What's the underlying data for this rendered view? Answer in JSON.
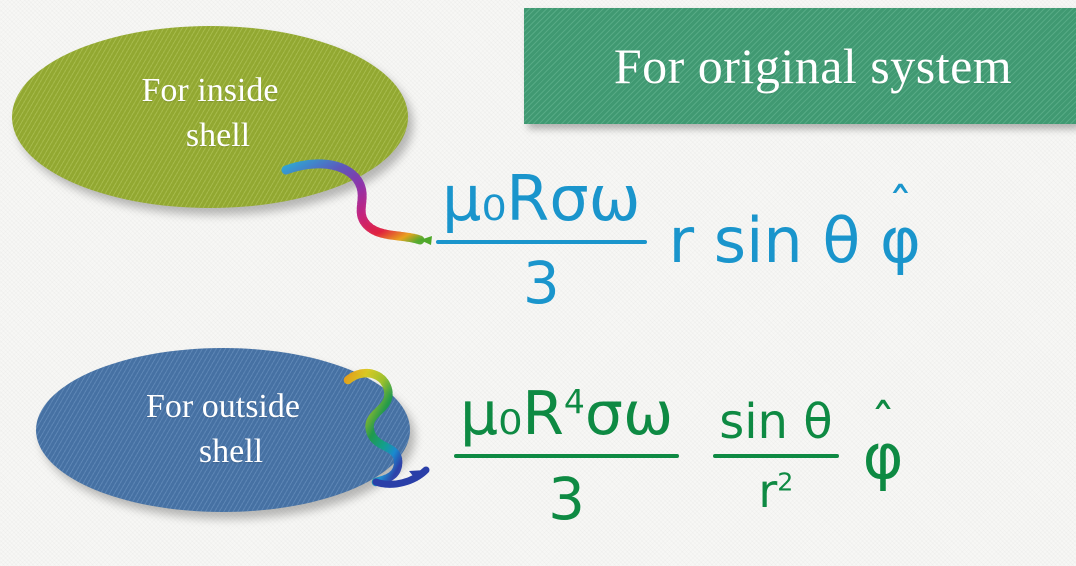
{
  "slide": {
    "background_color": "#f7f7f5"
  },
  "banner": {
    "title": "For original system",
    "color": "#43a077",
    "text_color": "#ffffff"
  },
  "callouts": [
    {
      "name": "inside-shell",
      "line1": "For inside",
      "line2": "shell",
      "color": "#9ab134",
      "text_color": "#ffffff"
    },
    {
      "name": "outside-shell",
      "line1": "For outside",
      "line2": "shell",
      "color": "#4a77ac",
      "text_color": "#ffffff"
    }
  ],
  "formulas": [
    {
      "name": "inside-shell-formula",
      "ink_color": "#1a95cc",
      "numerator": "μ₀Rσω",
      "denominator": "3",
      "tail": "r sin θ",
      "unit_vector": "φ",
      "unit_vector_hat": "ˆ",
      "plain": "μ₀Rσω/3 · r sinθ φ̂"
    },
    {
      "name": "outside-shell-formula",
      "ink_color": "#0e8a43",
      "numerator_base": "μ₀R",
      "numerator_exponent": "4",
      "numerator_rest": "σω",
      "denominator": "3",
      "second_numerator": "sin θ",
      "second_denominator_base": "r",
      "second_denominator_exponent": "2",
      "unit_vector": "φ",
      "unit_vector_hat": "ˆ",
      "plain": "μ₀R⁴σω/3 · sinθ/r² φ̂"
    }
  ],
  "connectors": [
    {
      "name": "connector-inside",
      "style": "glitter-squiggle",
      "colors": [
        "#2aa8d8",
        "#7a3fa8",
        "#b02a8a",
        "#d81e4a",
        "#e8a018",
        "#4fa82a"
      ]
    },
    {
      "name": "connector-outside",
      "style": "glitter-s-curve-arrow",
      "colors": [
        "#e8a018",
        "#d8c81e",
        "#3aa03a",
        "#0e8a43",
        "#1a95cc",
        "#2a3fa8"
      ]
    }
  ]
}
